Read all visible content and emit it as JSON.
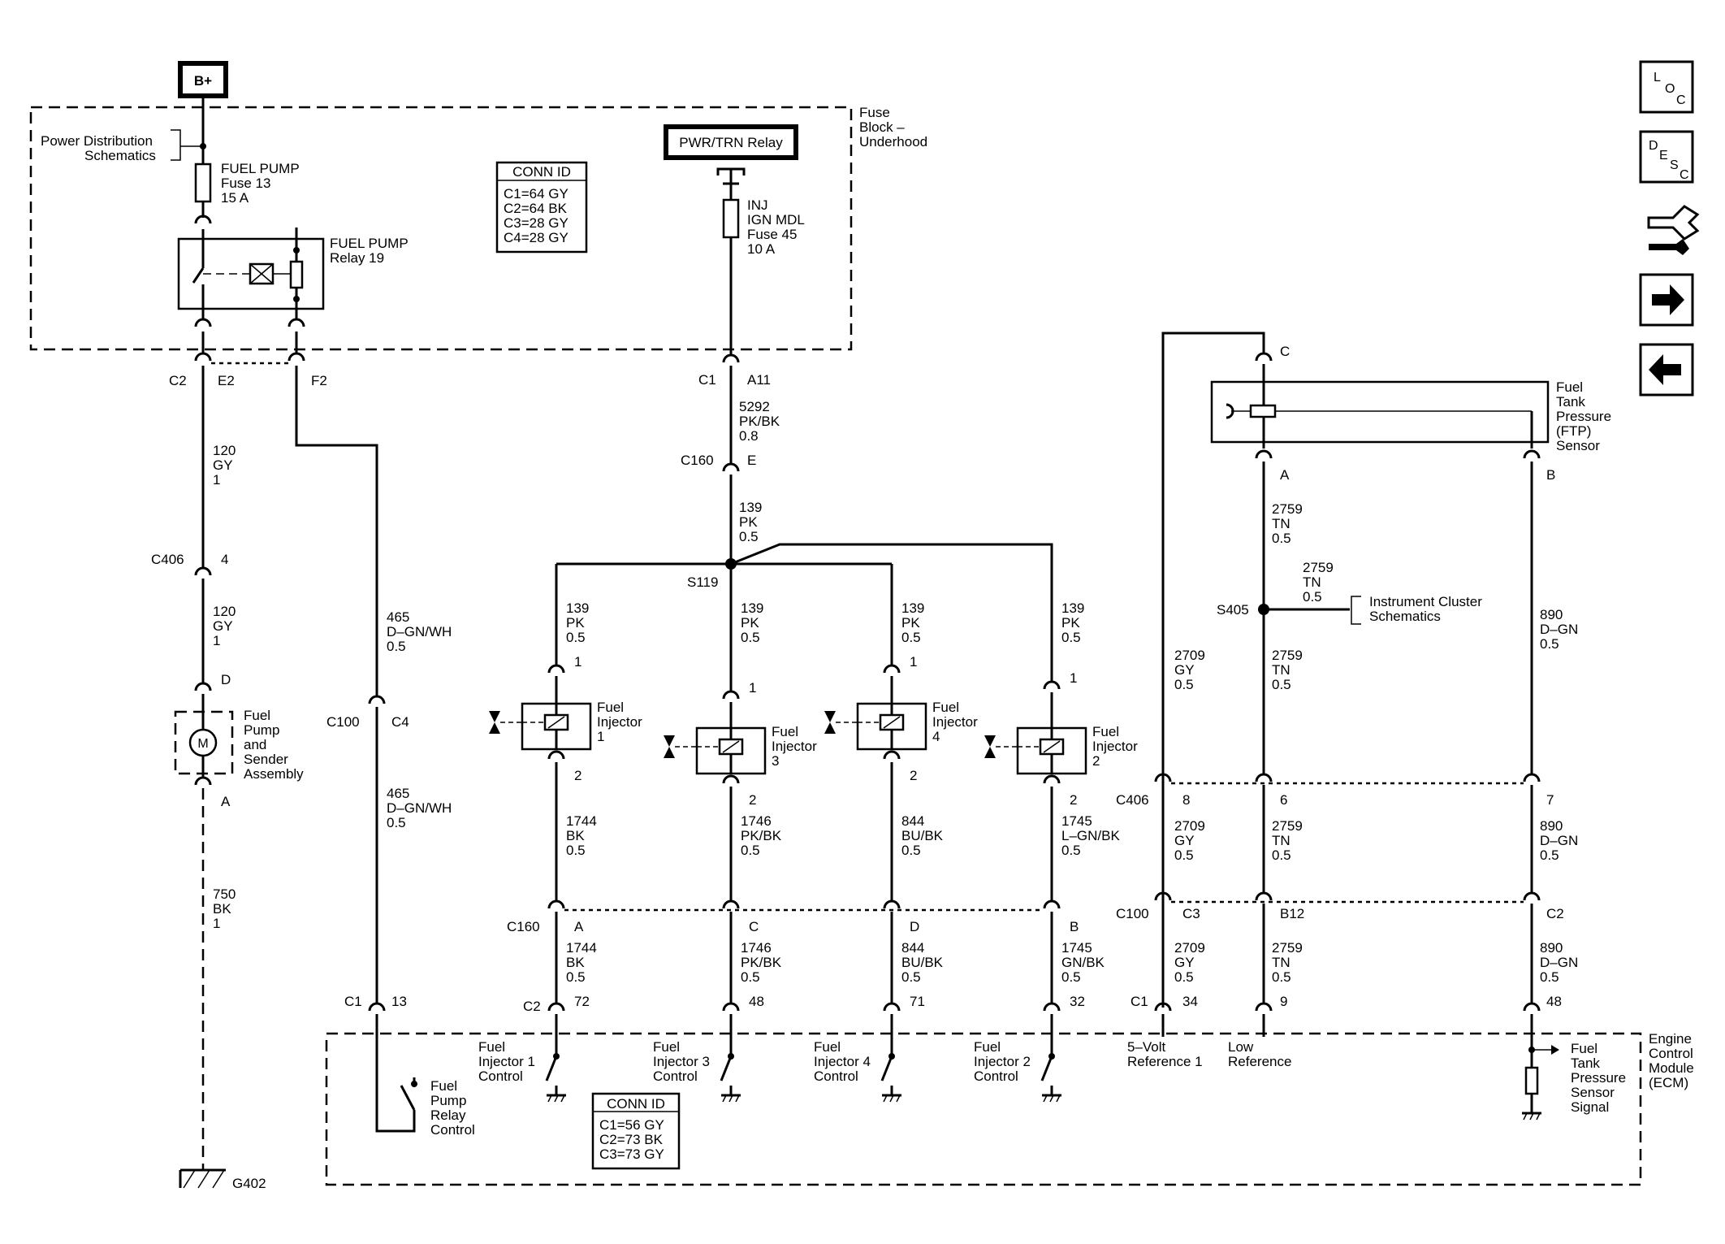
{
  "power": {
    "bplus": "B+"
  },
  "fuse_block": {
    "line1": "Fuse",
    "line2": "Block –",
    "line3": "Underhood"
  },
  "power_distribution": {
    "line1": "Power Distribution",
    "line2": "Schematics"
  },
  "fuel_pump_fuse": {
    "line1": "FUEL PUMP",
    "line2": "Fuse 13",
    "line3": "15 A"
  },
  "fuel_pump_relay": {
    "line1": "FUEL PUMP",
    "line2": "Relay 19"
  },
  "conn_id_top": {
    "title": "CONN ID",
    "items": [
      "C1=64 GY",
      "C2=64 BK",
      "C3=28 GY",
      "C4=28 GY"
    ]
  },
  "pwr_trn_relay": "PWR/TRN Relay",
  "inj_fuse": {
    "line1": "INJ",
    "line2": "IGN MDL",
    "line3": "Fuse 45",
    "line4": "10 A"
  },
  "left_conn": {
    "c2": "C2",
    "e2": "E2",
    "f2": "F2"
  },
  "wire_120_a": {
    "num": "120",
    "color": "GY",
    "size": "1"
  },
  "c406_left": {
    "name": "C406",
    "pin": "4"
  },
  "wire_120_b": {
    "num": "120",
    "color": "GY",
    "size": "1"
  },
  "pin_d": "D",
  "fuel_pump_assy": {
    "line1": "Fuel",
    "line2": "Pump",
    "line3": "and",
    "line4": "Sender",
    "line5": "Assembly",
    "motor": "M"
  },
  "pin_a_pump": "A",
  "wire_750": {
    "num": "750",
    "color": "BK",
    "size": "1"
  },
  "ground_g402": "G402",
  "wire_465_a": {
    "num": "465",
    "color": "D–GN/WH",
    "size": "0.5"
  },
  "c100_left": {
    "name": "C100",
    "pin": "C4"
  },
  "wire_465_b": {
    "num": "465",
    "color": "D–GN/WH",
    "size": "0.5"
  },
  "c1_13": {
    "name": "C1",
    "pin": "13"
  },
  "relay_control": {
    "line1": "Fuel",
    "line2": "Pump",
    "line3": "Relay",
    "line4": "Control"
  },
  "c1_a11": {
    "name": "C1",
    "pin": "A11"
  },
  "wire_5292": {
    "num": "5292",
    "color": "PK/BK",
    "size": "0.8"
  },
  "c160_e": {
    "name": "C160",
    "pin": "E"
  },
  "wire_139_main": {
    "num": "139",
    "color": "PK",
    "size": "0.5"
  },
  "splice_s119": "S119",
  "injectors": [
    {
      "wire_top": {
        "num": "139",
        "color": "PK",
        "size": "0.5"
      },
      "pin1": "1",
      "pin2": "2",
      "label": [
        "Fuel",
        "Injector",
        "1"
      ],
      "wire_mid": {
        "num": "1744",
        "color": "BK",
        "size": "0.5"
      },
      "c160_pin": "A",
      "wire_low": {
        "num": "1744",
        "color": "BK",
        "size": "0.5"
      },
      "ecm_pin": "72",
      "control": [
        "Fuel",
        "Injector 1",
        "Control"
      ]
    },
    {
      "wire_top": {
        "num": "139",
        "color": "PK",
        "size": "0.5"
      },
      "pin1": "1",
      "pin2": "2",
      "label": [
        "Fuel",
        "Injector",
        "3"
      ],
      "wire_mid": {
        "num": "1746",
        "color": "PK/BK",
        "size": "0.5"
      },
      "c160_pin": "C",
      "wire_low": {
        "num": "1746",
        "color": "PK/BK",
        "size": "0.5"
      },
      "ecm_pin": "48",
      "control": [
        "Fuel",
        "Injector 3",
        "Control"
      ]
    },
    {
      "wire_top": {
        "num": "139",
        "color": "PK",
        "size": "0.5"
      },
      "pin1": "1",
      "pin2": "2",
      "label": [
        "Fuel",
        "Injector",
        "4"
      ],
      "wire_mid": {
        "num": "844",
        "color": "BU/BK",
        "size": "0.5"
      },
      "c160_pin": "D",
      "wire_low": {
        "num": "844",
        "color": "BU/BK",
        "size": "0.5"
      },
      "ecm_pin": "71",
      "control": [
        "Fuel",
        "Injector 4",
        "Control"
      ]
    },
    {
      "wire_top": {
        "num": "139",
        "color": "PK",
        "size": "0.5"
      },
      "pin1": "1",
      "pin2": "2",
      "label": [
        "Fuel",
        "Injector",
        "2"
      ],
      "wire_mid": {
        "num": "1745",
        "color": "L–GN/BK",
        "size": "0.5"
      },
      "c160_pin": "B",
      "wire_low": {
        "num": "1745",
        "color": "GN/BK",
        "size": "0.5"
      },
      "ecm_pin": "32",
      "control": [
        "Fuel",
        "Injector 2",
        "Control"
      ]
    }
  ],
  "c160_lower": "C160",
  "c2_ecm": "C2",
  "conn_id_bottom": {
    "title": "CONN ID",
    "items": [
      "C1=56 GY",
      "C2=73 BK",
      "C3=73 GY"
    ]
  },
  "ftp_sensor": {
    "line1": "Fuel",
    "line2": "Tank",
    "line3": "Pressure",
    "line4": "(FTP)",
    "line5": "Sensor",
    "pin_c": "C",
    "pin_a": "A",
    "pin_b": "B"
  },
  "wire_2759_a": {
    "num": "2759",
    "color": "TN",
    "size": "0.5"
  },
  "wire_2759_branch": {
    "num": "2759",
    "color": "TN",
    "size": "0.5"
  },
  "splice_s405": "S405",
  "instrument_cluster": {
    "line1": "Instrument Cluster",
    "line2": "Schematics"
  },
  "wire_2709_a": {
    "num": "2709",
    "color": "GY",
    "size": "0.5"
  },
  "wire_2759_b": {
    "num": "2759",
    "color": "TN",
    "size": "0.5"
  },
  "wire_890_a": {
    "num": "890",
    "color": "D–GN",
    "size": "0.5"
  },
  "c406_right": {
    "name": "C406",
    "pins": [
      "8",
      "6",
      "7"
    ]
  },
  "wire_2709_b": {
    "num": "2709",
    "color": "GY",
    "size": "0.5"
  },
  "wire_2759_c": {
    "num": "2759",
    "color": "TN",
    "size": "0.5"
  },
  "wire_890_b": {
    "num": "890",
    "color": "D–GN",
    "size": "0.5"
  },
  "c100_right": {
    "name": "C100",
    "pins": [
      "C3",
      "B12",
      "C2"
    ]
  },
  "wire_2709_c": {
    "num": "2709",
    "color": "GY",
    "size": "0.5"
  },
  "wire_2759_d": {
    "num": "2759",
    "color": "TN",
    "size": "0.5"
  },
  "wire_890_c": {
    "num": "890",
    "color": "D–GN",
    "size": "0.5"
  },
  "c1_right": {
    "name": "C1",
    "pins": [
      "34",
      "9",
      "48"
    ]
  },
  "ecm_right_labels": {
    "ref5v": [
      "5–Volt",
      "Reference 1"
    ],
    "lowref": [
      "Low",
      "Reference"
    ],
    "signal": [
      "Fuel",
      "Tank",
      "Pressure",
      "Sensor",
      "Signal"
    ]
  },
  "ecm": {
    "line1": "Engine",
    "line2": "Control",
    "line3": "Module",
    "line4": "(ECM)"
  },
  "nav_icons": [
    {
      "kind": "loc",
      "letters": [
        "L",
        "O",
        "C"
      ]
    },
    {
      "kind": "desc",
      "letters": [
        "D",
        "E",
        "S",
        "C"
      ]
    },
    {
      "kind": "tools"
    },
    {
      "kind": "next"
    },
    {
      "kind": "prev"
    }
  ]
}
